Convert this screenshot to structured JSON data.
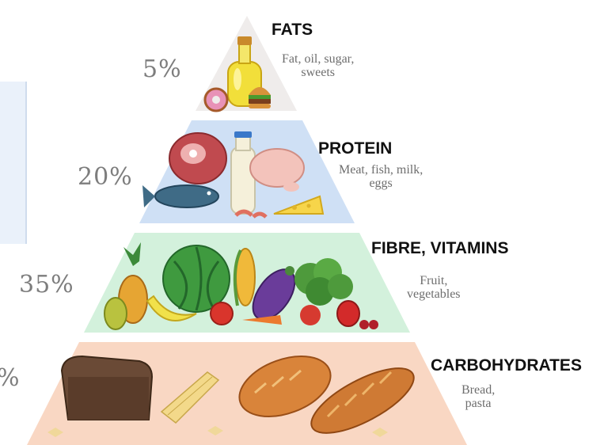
{
  "tiers": [
    {
      "title": "FATS",
      "percent": "5%",
      "description": [
        "Fat, oil, sugar,",
        "sweets"
      ],
      "color": "#efeceb"
    },
    {
      "title": "PROTEIN",
      "percent": "20%",
      "description": [
        "Meat, fish, milk,",
        "eggs"
      ],
      "color": "#cfe0f5"
    },
    {
      "title": "FIBRE, VITAMINS",
      "percent": "35%",
      "description": [
        "Fruit,",
        "vegetables"
      ],
      "color": "#d3f1dc"
    },
    {
      "title": "CARBOHYDRATES",
      "percent": "%",
      "description": [
        "Bread,",
        "pasta"
      ],
      "color": "#f9d7c3"
    }
  ],
  "icons": {
    "fats": [
      "oil-bottle-icon",
      "donut-icon",
      "burger-icon"
    ],
    "protein": [
      "ham-icon",
      "fish-icon",
      "milk-bottle-icon",
      "chicken-icon",
      "cheese-icon",
      "shrimp-icon"
    ],
    "fibre": [
      "pineapple-icon",
      "pear-icon",
      "banana-icon",
      "watermelon-icon",
      "corn-icon",
      "eggplant-icon",
      "broccoli-icon",
      "apple-icon",
      "tomato-icon",
      "carrot-icon",
      "bell-pepper-icon",
      "cherry-icon"
    ],
    "carbs": [
      "rye-bread-icon",
      "spaghetti-icon",
      "baguette-icon",
      "bread-loaf-icon",
      "farfalle-icon"
    ]
  }
}
